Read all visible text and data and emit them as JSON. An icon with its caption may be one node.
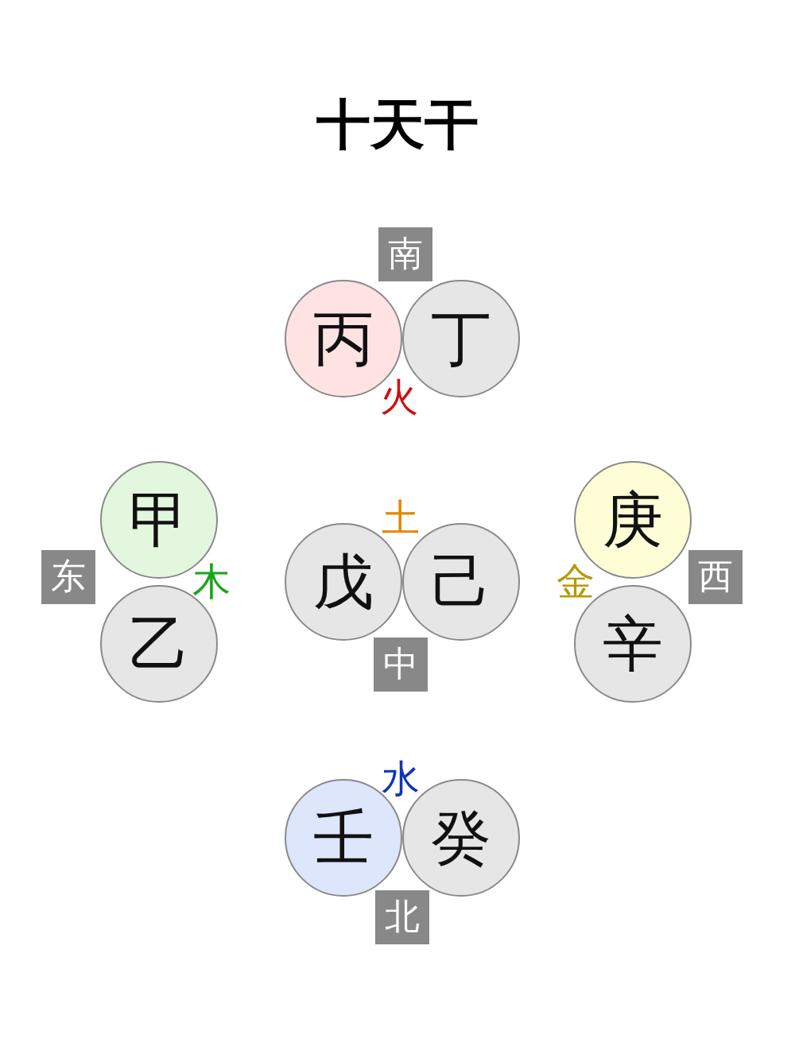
{
  "diagram": {
    "title": "十天干",
    "nodes": [
      {
        "text": [
          "南"
        ]
      },
      {
        "text": [
          "丙"
        ]
      },
      {
        "text": [
          "丁"
        ]
      },
      {
        "text": [
          "甲"
        ]
      },
      {
        "text": [
          "东"
        ]
      },
      {
        "text": [
          "乙"
        ]
      },
      {
        "text": [
          "戊"
        ]
      },
      {
        "text": [
          "己"
        ]
      },
      {
        "text": [
          "中"
        ]
      },
      {
        "text": [
          "庚"
        ]
      },
      {
        "text": [
          "西"
        ]
      },
      {
        "text": [
          "辛"
        ]
      },
      {
        "text": [
          "壬"
        ]
      },
      {
        "text": [
          "癸"
        ]
      },
      {
        "text": [
          "北"
        ]
      }
    ],
    "labels": [
      "火",
      "土",
      "木",
      "金",
      "水"
    ]
  }
}
